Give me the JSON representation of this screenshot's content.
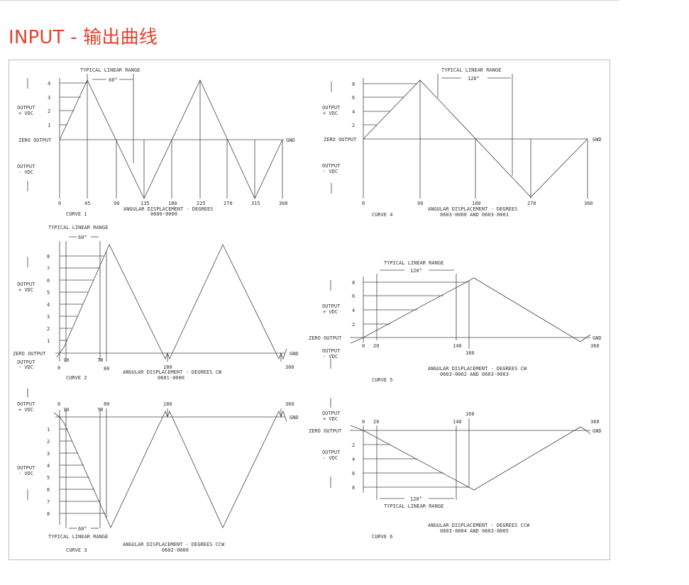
{
  "page": {
    "title": "INPUT - 输出曲线"
  },
  "common": {
    "typical_linear_range": "TYPICAL LINEAR RANGE",
    "zero_output": "ZERO OUTPUT",
    "gnd": "GND",
    "output": "OUTPUT",
    "plus_vdc": "+ VDC",
    "minus_vdc": "- VDC"
  },
  "curves": [
    {
      "name": "CURVE 1",
      "xlabel": "ANGULAR DISPLACEMENT - DEGREES",
      "part": "0600-0000",
      "range": "60°",
      "xticks": [
        "0",
        "45",
        "90",
        "135",
        "180",
        "225",
        "270",
        "315",
        "360"
      ],
      "yticks": [
        "1",
        "2",
        "3",
        "4"
      ]
    },
    {
      "name": "CURVE 2",
      "xlabel": "ANGULAR DISPLACEMENT - DEGREES CW",
      "part": "0601-0000",
      "range": "60°",
      "xticks": [
        "0",
        "10",
        "70",
        "80",
        "180",
        "360"
      ],
      "yticks": [
        "1",
        "2",
        "3",
        "4",
        "5",
        "6",
        "7",
        "8"
      ]
    },
    {
      "name": "CURVE 3",
      "xlabel": "ANGULAR DISPLACEMENT - DEGREES CCW",
      "part": "0602-0000",
      "range": "60°",
      "xticks": [
        "0",
        "10",
        "70",
        "80",
        "180",
        "360"
      ],
      "yticks": [
        "1",
        "2",
        "3",
        "4",
        "5",
        "6",
        "7",
        "8"
      ]
    },
    {
      "name": "CURVE 4",
      "xlabel": "ANGULAR DISPLACEMENT - DEGREES",
      "part": "0603-0000 AND 0603-0001",
      "range": "120°",
      "xticks": [
        "0",
        "90",
        "180",
        "270",
        "360"
      ],
      "yticks": [
        "2",
        "4",
        "6",
        "8"
      ]
    },
    {
      "name": "CURVE 5",
      "xlabel": "ANGULAR DISPLACEMENT - DEGREES CW",
      "part": "0603-0002 AND 0603-0003",
      "range": "120°",
      "xticks": [
        "0",
        "20",
        "140",
        "160",
        "360"
      ],
      "yticks": [
        "2",
        "4",
        "6",
        "8"
      ]
    },
    {
      "name": "CURVE 6",
      "xlabel": "ANGULAR DISPLACEMENT - DEGREES CCW",
      "part": "0603-0004 AND 0603-0005",
      "range": "120°",
      "xticks": [
        "0",
        "20",
        "140",
        "160",
        "360"
      ],
      "yticks": [
        "2",
        "4",
        "6",
        "8"
      ]
    }
  ]
}
